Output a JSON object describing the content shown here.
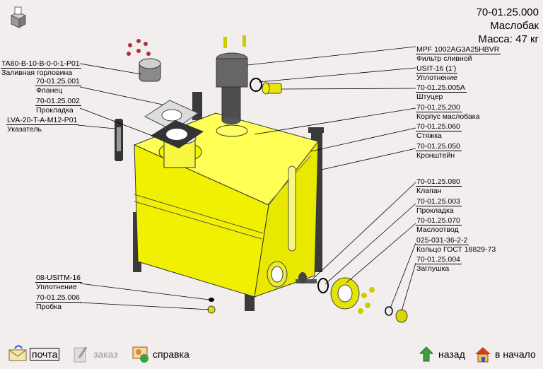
{
  "header": {
    "part_number": "70-01.25.000",
    "part_name": "Маслобак",
    "mass": "Масса: 47 кг"
  },
  "left_callouts": [
    {
      "code": "TA80-B-10-B-0-0-1-P01",
      "desc": "Заливная горловина"
    },
    {
      "code": "70-01.25.001",
      "desc": "Фланец"
    },
    {
      "code": "70-01.25.002",
      "desc": "Прокладка"
    },
    {
      "code": "LVA-20-T-A-M12-P01",
      "desc": "Указатель"
    },
    {
      "code": "08-USITM-16",
      "desc": "Уплотнение"
    },
    {
      "code": "70-01.25.006",
      "desc": "Пробка"
    }
  ],
  "right_callouts": [
    {
      "code": "MPF 1002AG3A25HBVR",
      "desc": "Фильтр сливной"
    },
    {
      "code": "USIT-16 (1')",
      "desc": "Уплотнение"
    },
    {
      "code": "70-01.25.005A",
      "desc": "Штуцер"
    },
    {
      "code": "70-01.25.200",
      "desc": "Корпус маслобака"
    },
    {
      "code": "70-01.25.060",
      "desc": "Стяжка"
    },
    {
      "code": "70-01.25.050",
      "desc": "Кронштейн"
    },
    {
      "code": "70-01.25.080",
      "desc": "Клапан"
    },
    {
      "code": "70-01.25.003",
      "desc": "Прокладка"
    },
    {
      "code": "70-01.25.070",
      "desc": "Маслоотвод"
    },
    {
      "code": "025-031-36-2-2",
      "desc": "Кольцо ГОСТ 18829-73"
    },
    {
      "code": "70-01.25.004",
      "desc": "Заглушка"
    }
  ],
  "nav": {
    "mail": "почта",
    "order": "заказ",
    "help": "справка",
    "back": "назад",
    "home": "в начало"
  }
}
